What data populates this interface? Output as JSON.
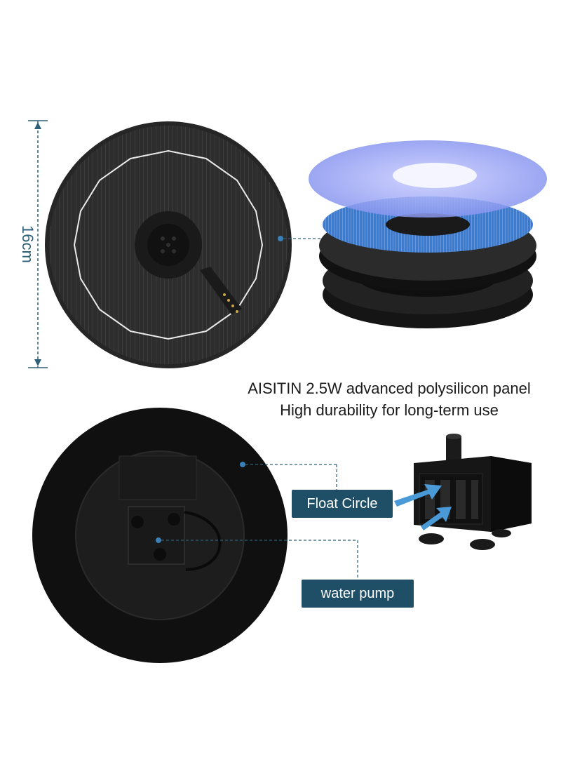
{
  "dimension": {
    "label": "16cm"
  },
  "caption": {
    "line1": "AISITIN 2.5W advanced polysilicon panel",
    "line2": "High durability for long-term use"
  },
  "callouts": {
    "float_circle": "Float Circle",
    "water_pump": "water pump"
  },
  "colors": {
    "accent": "#1e4f67",
    "dimension_line": "#2d5f77",
    "panel_dark": "#2a2a2a",
    "cell_blue": "#4a86d6"
  }
}
